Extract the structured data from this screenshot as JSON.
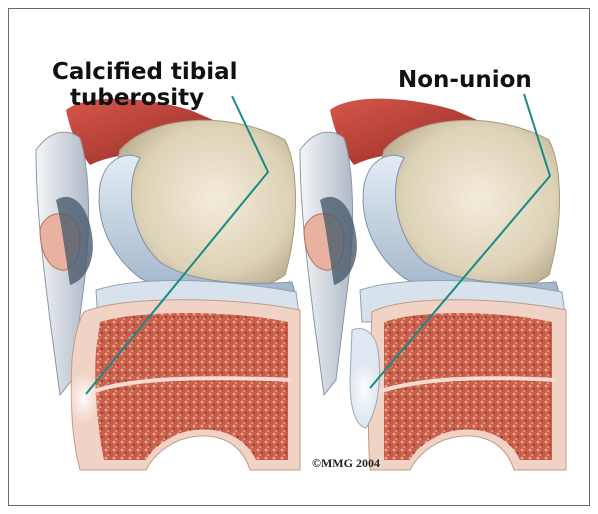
{
  "labels": {
    "left_line1": "Calcified tibial",
    "left_line2": "tuberosity",
    "right": "Non-union"
  },
  "copyright": "©MMG 2004",
  "colors": {
    "leader_line": "#1a8a86",
    "bone_marrow": "#c85a48",
    "femur": "#e9e0c8",
    "cartilage": "#c7d7e6",
    "muscle": "#b53a32",
    "tendon": "#dfe6ee"
  }
}
